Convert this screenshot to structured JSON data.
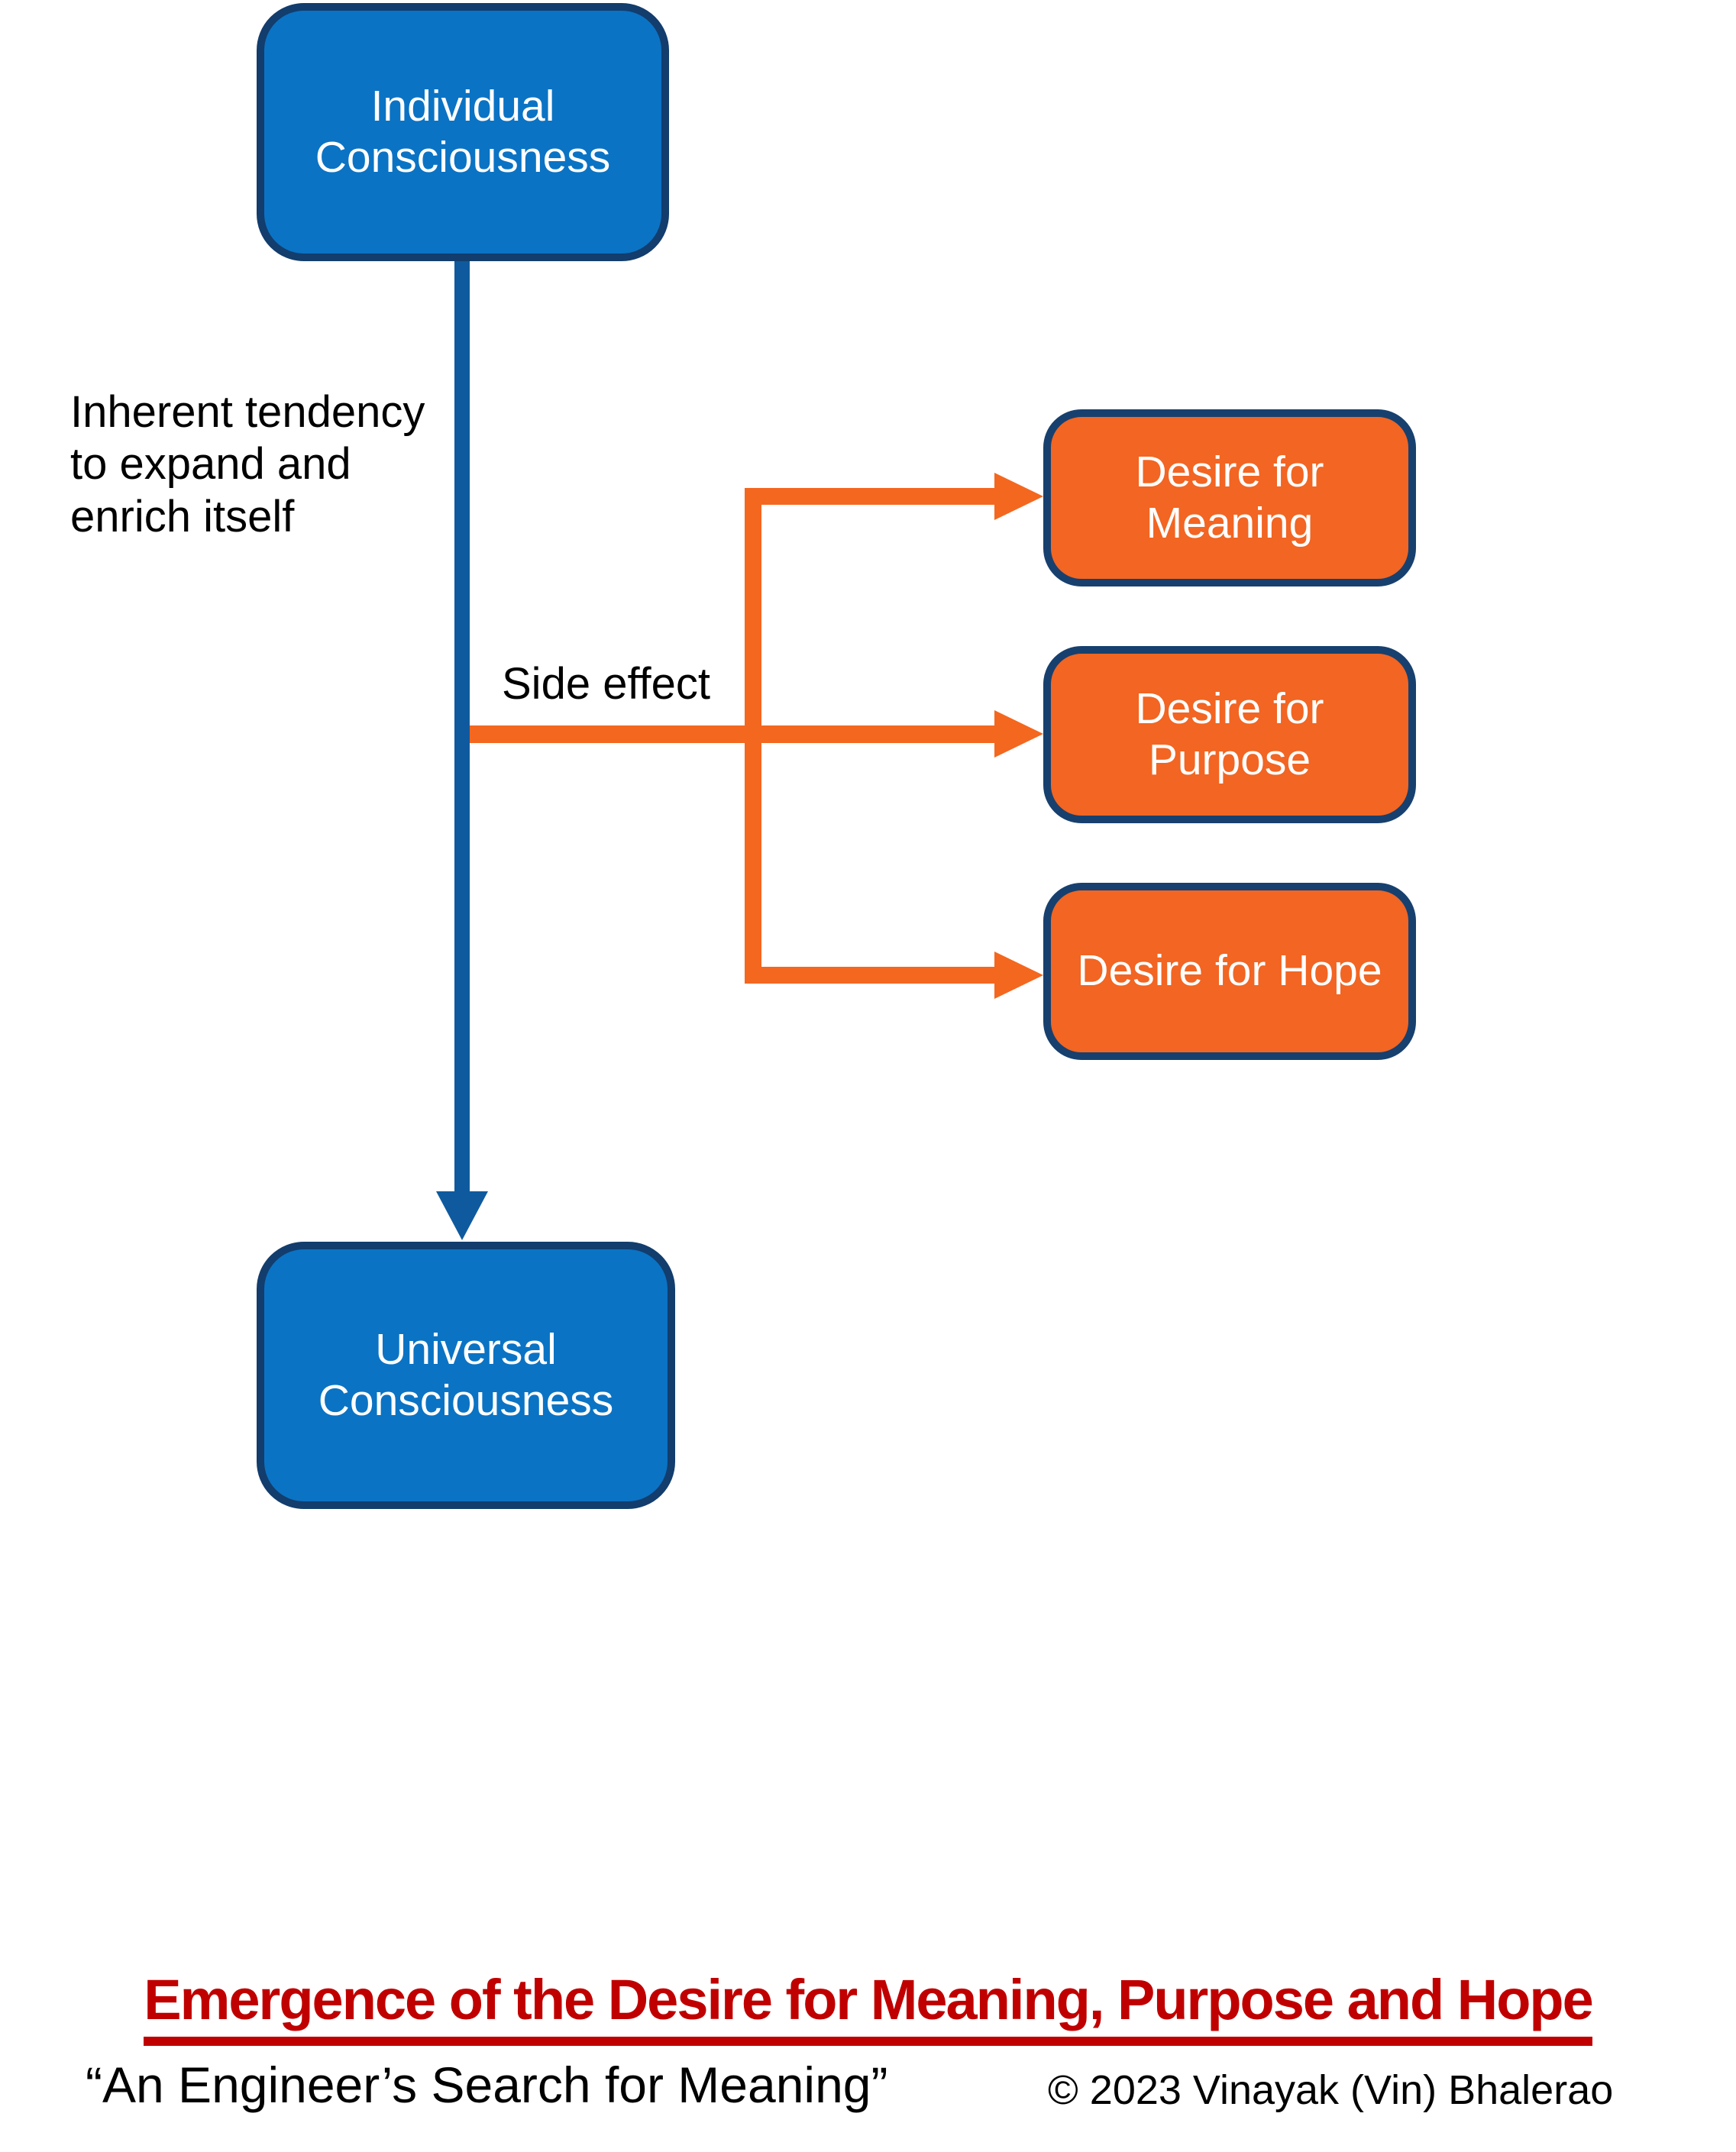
{
  "diagram": {
    "nodes": {
      "individual": {
        "label": "Individual\nConsciousness",
        "fill": "#0b73c4",
        "border": "#123d6d"
      },
      "universal": {
        "label": "Universal\nConsciousness",
        "fill": "#0b73c4",
        "border": "#123d6d"
      },
      "meaning": {
        "label": "Desire for\nMeaning",
        "fill": "#f26522",
        "border": "#17406e"
      },
      "purpose": {
        "label": "Desire for\nPurpose",
        "fill": "#f26522",
        "border": "#17406e"
      },
      "hope": {
        "label": "Desire for Hope",
        "fill": "#f26522",
        "border": "#17406e"
      }
    },
    "edges": {
      "main_arrow": {
        "from": "individual",
        "to": "universal",
        "label": "Inherent tendency\nto expand and\nenrich itself",
        "color": "#0f5a9e"
      },
      "side_effect_arrows": {
        "from": "main_arrow",
        "to": [
          "meaning",
          "purpose",
          "hope"
        ],
        "label": "Side effect",
        "color": "#f4671f"
      }
    }
  },
  "title": {
    "text": "Emergence of the Desire for Meaning, Purpose and Hope",
    "color": "#c00000",
    "underlined": true
  },
  "footer": {
    "quote": "“An Engineer’s Search for Meaning”",
    "copyright": "© 2023 Vinayak (Vin) Bhalerao"
  }
}
